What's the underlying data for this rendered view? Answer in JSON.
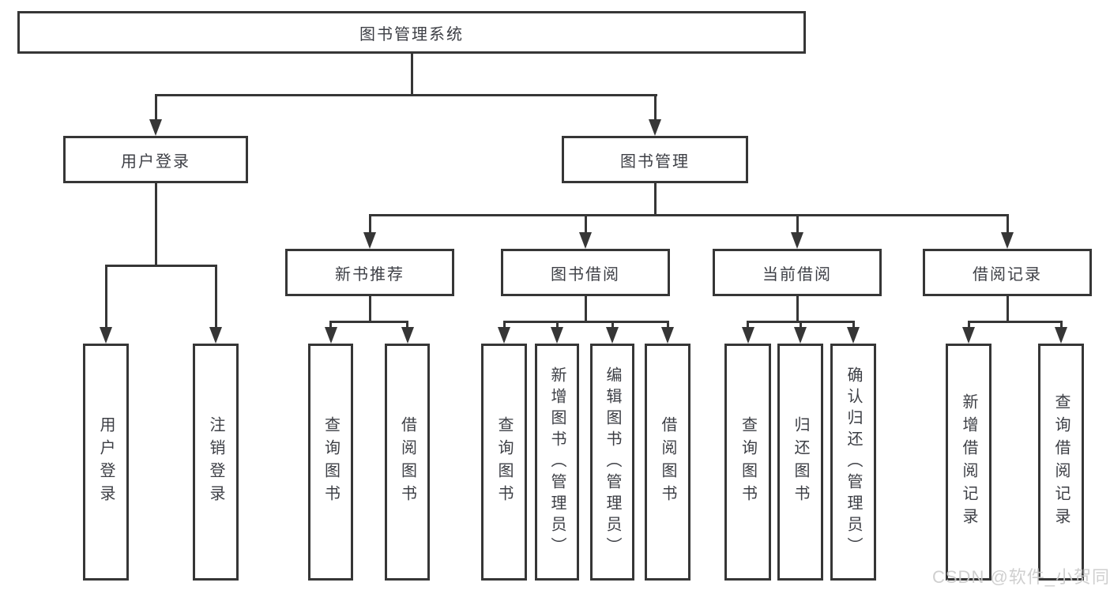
{
  "diagram_title": "图书管理系统",
  "colors": {
    "line": "#363636",
    "box_border": "#363636",
    "text": "#3d3f45",
    "background": "#ffffff",
    "watermark": "#cbcbcb"
  },
  "nodes": {
    "root": {
      "label": "图书管理系统"
    },
    "user_login": {
      "label": "用户登录",
      "children": [
        {
          "label": "用户登录"
        },
        {
          "label": "注销登录"
        }
      ]
    },
    "book_mgmt": {
      "label": "图书管理",
      "children": [
        {
          "label": "新书推荐",
          "children": [
            {
              "label": "查询图书"
            },
            {
              "label": "借阅图书"
            }
          ]
        },
        {
          "label": "图书借阅",
          "children": [
            {
              "label": "查询图书"
            },
            {
              "label": "新增图书（管理员）"
            },
            {
              "label": "编辑图书（管理员）"
            },
            {
              "label": "借阅图书"
            }
          ]
        },
        {
          "label": "当前借阅",
          "children": [
            {
              "label": "查询图书"
            },
            {
              "label": "归还图书"
            },
            {
              "label": "确认归还（管理员）"
            }
          ]
        },
        {
          "label": "借阅记录",
          "children": [
            {
              "label": "新增借阅记录"
            },
            {
              "label": "查询借阅记录"
            }
          ]
        }
      ]
    }
  },
  "watermark": {
    "text": "CSDN @软件_小贺同学"
  }
}
